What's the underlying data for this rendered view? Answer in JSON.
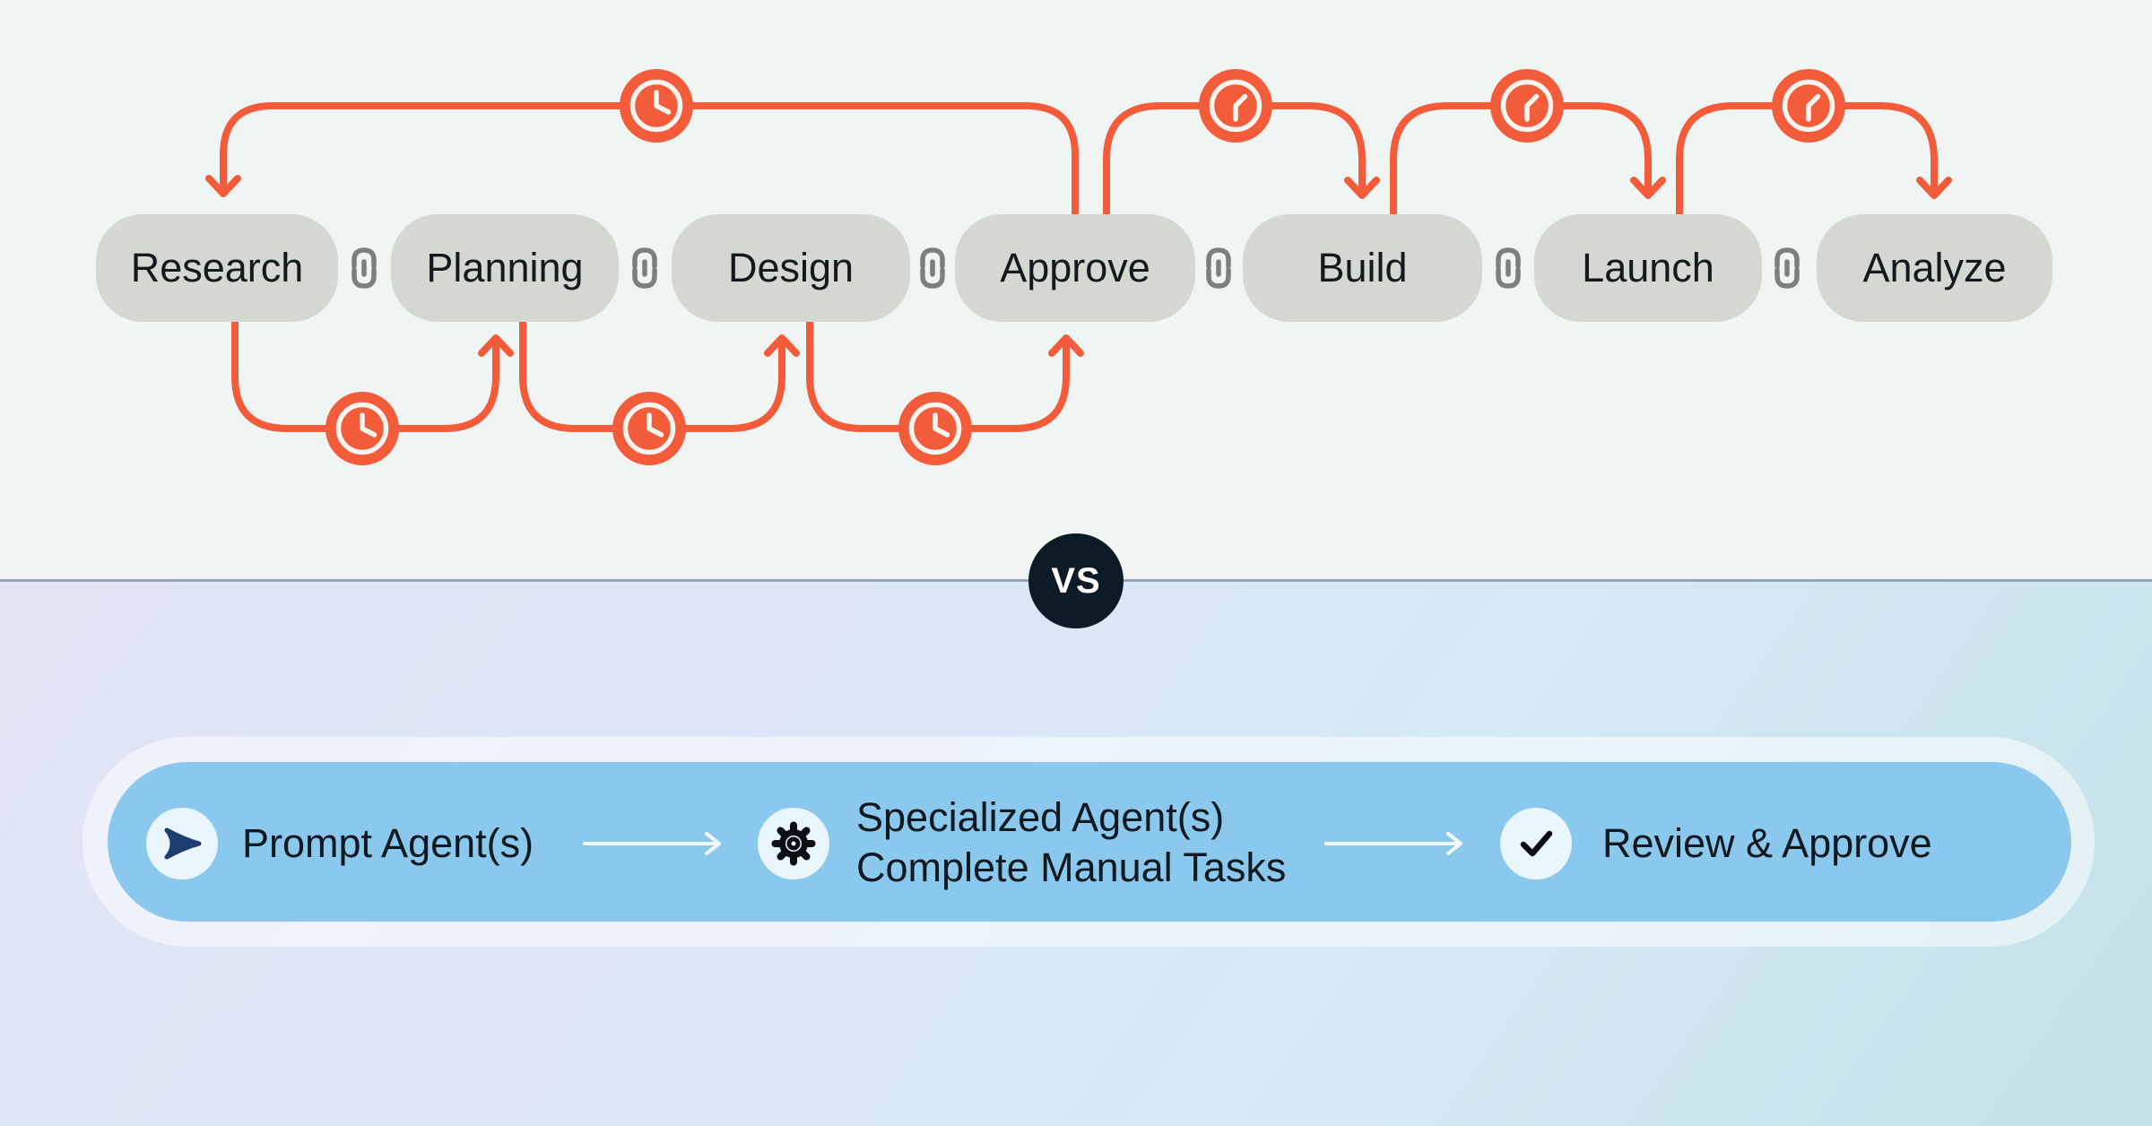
{
  "top_flow": {
    "stages": [
      "Research",
      "Planning",
      "Design",
      "Approve",
      "Build",
      "Launch",
      "Analyze"
    ],
    "separator_icon": "chain-link-icon",
    "delay_icon": "clock-icon"
  },
  "vs_badge": {
    "label": "VS"
  },
  "bottom_flow": {
    "steps": [
      {
        "icon": "send-icon",
        "label": "Prompt Agent(s)"
      },
      {
        "icon": "gear-icon",
        "label_lines": [
          "Specialized Agent(s)",
          "Complete Manual Tasks"
        ]
      },
      {
        "icon": "check-icon",
        "label": "Review & Approve"
      }
    ]
  },
  "colors": {
    "accent_orange": "#F25C3B",
    "pill_gray": "#D5D8D2",
    "link_gray": "#78817D",
    "top_background": "#F0F4F2",
    "bar_blue": "#8AC9ED",
    "icon_circle_white": "#EAF6FD",
    "send_navy": "#1E3E73",
    "vs_background": "#0D1B26",
    "divider_line": "#99A3C0",
    "text_dark": "#101820"
  }
}
